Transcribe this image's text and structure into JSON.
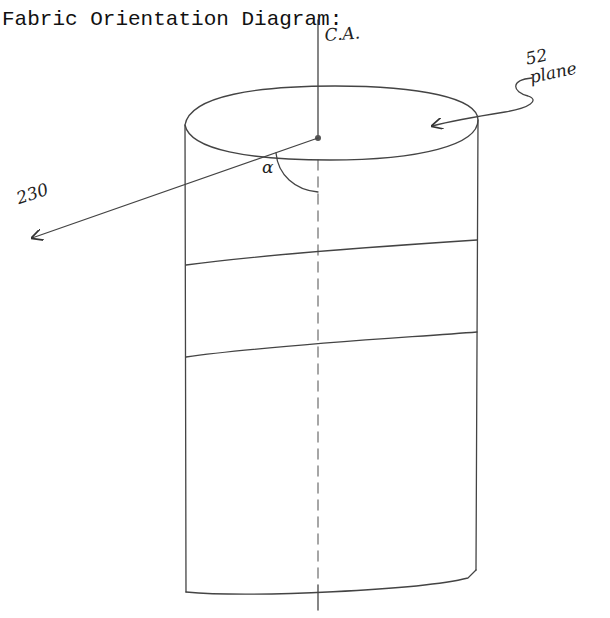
{
  "diagram": {
    "title": "Fabric Orientation Diagram:",
    "labels": [
      "C.A.",
      "52 plane",
      "230",
      "α"
    ]
  }
}
